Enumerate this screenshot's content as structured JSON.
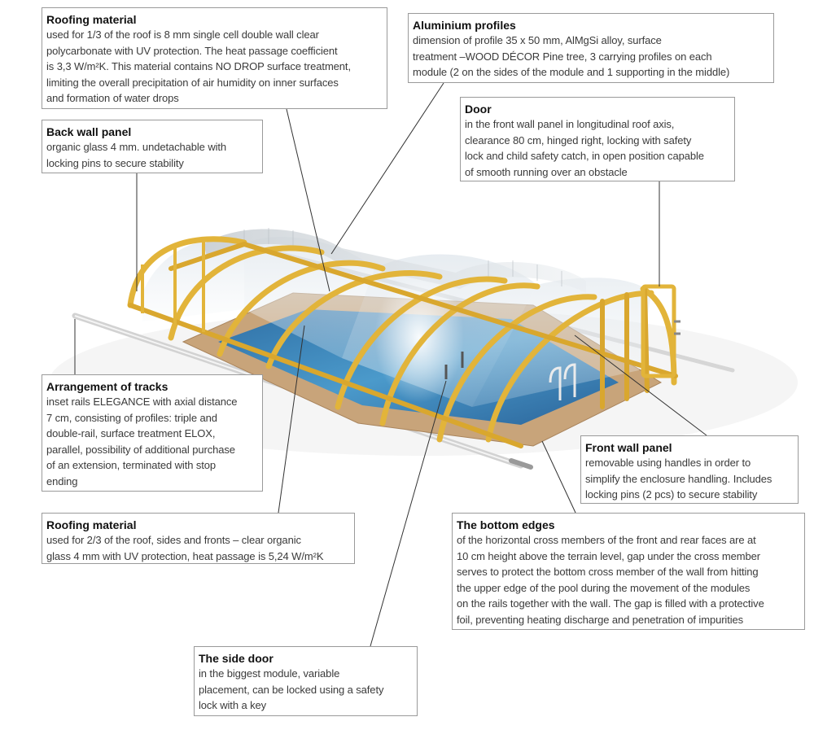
{
  "annotations": [
    {
      "id": "roofing-1-3",
      "title": "Roofing material",
      "lines": [
        "used for 1/3 of the roof is 8 mm single cell double wall clear",
        "polycarbonate with UV protection. The heat passage coefficient",
        "is 3,3 W/m²K. This material contains NO DROP surface treatment,",
        "limiting the overall precipitation of air humidity on inner surfaces",
        "and formation of water drops"
      ]
    },
    {
      "id": "aluminium-profiles",
      "title": "Aluminium profiles",
      "lines": [
        "dimension of profile 35 x 50 mm, AlMgSi alloy, surface",
        "treatment –WOOD DÉCOR Pine tree, 3 carrying profiles on each",
        "module (2 on the sides of the module and 1 supporting in the middle)"
      ]
    },
    {
      "id": "back-wall-panel",
      "title": "Back wall panel",
      "lines": [
        "organic glass 4 mm. undetachable with",
        "locking pins to secure stability"
      ]
    },
    {
      "id": "door",
      "title": "Door",
      "lines": [
        "in the front wall panel in longitudinal roof axis,",
        "clearance 80 cm, hinged right, locking with safety",
        "lock and child safety catch, in open position capable",
        "of smooth running over an obstacle"
      ]
    },
    {
      "id": "arrangement-of-tracks",
      "title": "Arrangement of tracks",
      "lines": [
        "inset rails ELEGANCE with axial distance",
        "7 cm, consisting of profiles: triple and",
        "double-rail, surface treatment ELOX,",
        "parallel, possibility of additional purchase",
        "of an extension, terminated with stop",
        "ending"
      ]
    },
    {
      "id": "front-wall-panel",
      "title": "Front wall panel",
      "lines": [
        "removable using handles in order to",
        "simplify the enclosure handling. Includes",
        "locking pins (2 pcs) to secure stability"
      ]
    },
    {
      "id": "roofing-2-3",
      "title": "Roofing material",
      "lines": [
        "used for 2/3 of the roof, sides and fronts – clear organic",
        "glass 4 mm with UV protection, heat passage is 5,24 W/m²K"
      ]
    },
    {
      "id": "bottom-edges",
      "title": "The bottom edges",
      "lines": [
        "of the horizontal cross members of the front and rear faces are at",
        "10 cm height above the terrain level, gap under the cross member",
        "serves to protect the bottom cross member of the wall from hitting",
        "the upper edge of the pool during the movement of the modules",
        "on the rails together with the wall. The gap is filled with a protective",
        "foil, preventing heating discharge and penetration of impurities"
      ]
    },
    {
      "id": "side-door",
      "title": "The side door",
      "lines": [
        "in the biggest module, variable",
        "placement, can be locked using a safety",
        "lock with a key"
      ]
    }
  ],
  "colors": {
    "frame": "#e6b93a",
    "frame_dark": "#b8861a",
    "pool_water": "#3f86b8",
    "deck": "#c9a77b",
    "rail": "#d8d8d8"
  }
}
